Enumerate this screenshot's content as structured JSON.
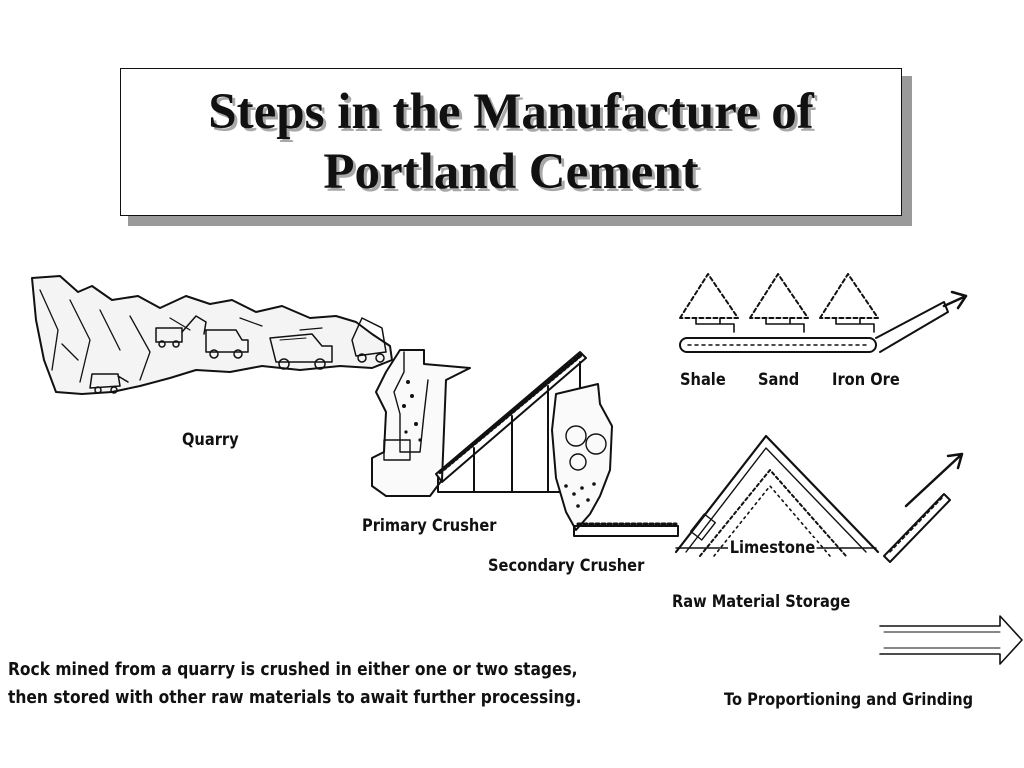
{
  "title": {
    "line1": "Steps in the Manufacture of",
    "line2": "Portland Cement"
  },
  "labels": {
    "quarry": "Quarry",
    "primary_crusher": "Primary Crusher",
    "secondary_crusher": "Secondary Crusher",
    "shale": "Shale",
    "sand": "Sand",
    "iron_ore": "Iron Ore",
    "limestone": "Limestone",
    "raw_material_storage": "Raw Material Storage",
    "to_proportioning": "To Proportioning and Grinding"
  },
  "caption": {
    "line1": "Rock mined from a quarry is crushed in either one or two stages,",
    "line2": "then stored with other raw materials to await further processing."
  },
  "colors": {
    "ink": "#111111",
    "title_shadow": "#9a9a9a"
  },
  "icons": [
    "quarry-truck-icon",
    "excavator-icon",
    "crusher-icon",
    "conveyor-icon",
    "stockpile-icon",
    "arrow-icon"
  ]
}
